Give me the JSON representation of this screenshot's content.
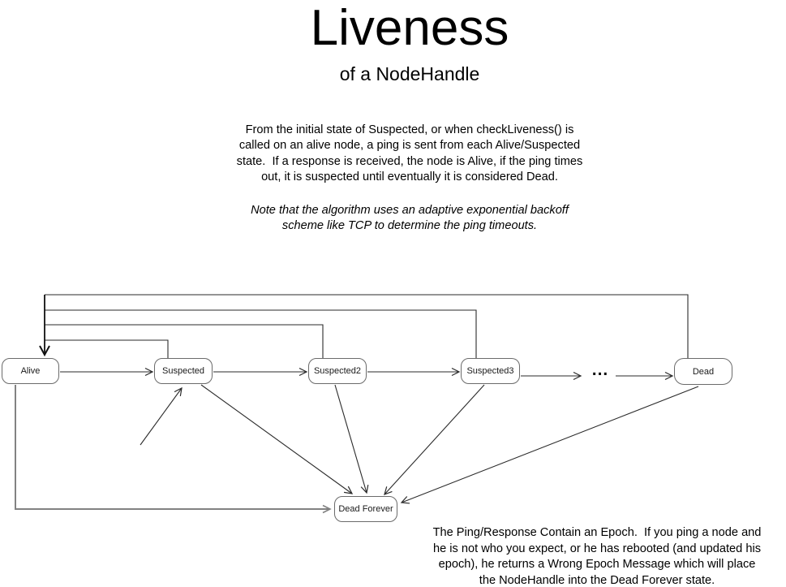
{
  "title": "Liveness",
  "subtitle": "of a NodeHandle",
  "intro": {
    "lines": [
      "From the initial state of Suspected, or when checkLiveness() is",
      "called on an alive node, a ping is sent from each Alive/Suspected",
      "state.  If a response is received, the node is Alive, if the ping times",
      "out, it is suspected until eventually it is considered Dead."
    ]
  },
  "note": {
    "lines": [
      "Note that the algorithm uses an adaptive exponential backoff",
      "scheme like TCP to determine the ping timeouts."
    ]
  },
  "epoch_note": {
    "lines": [
      "The Ping/Response Contain an Epoch.  If you ping a node and",
      "he is not who you expect, or he has rebooted (and updated his",
      "epoch), he returns a Wrong Epoch Message which will place",
      "the NodeHandle into the Dead Forever state."
    ]
  },
  "diagram": {
    "states": [
      {
        "id": "alive",
        "label": "Alive"
      },
      {
        "id": "suspected",
        "label": "Suspected"
      },
      {
        "id": "suspected2",
        "label": "Suspected2"
      },
      {
        "id": "suspected3",
        "label": "Suspected3"
      },
      {
        "id": "dead",
        "label": "Dead"
      },
      {
        "id": "dead-forever",
        "label": "Dead Forever"
      }
    ],
    "ellipsis": "...",
    "transitions": [
      {
        "from": "initial",
        "to": "Suspected"
      },
      {
        "from": "Alive",
        "to": "Suspected"
      },
      {
        "from": "Suspected",
        "to": "Suspected2"
      },
      {
        "from": "Suspected2",
        "to": "Suspected3"
      },
      {
        "from": "Suspected3",
        "to": "..."
      },
      {
        "from": "...",
        "to": "Dead"
      },
      {
        "from": "Suspected",
        "to": "Alive"
      },
      {
        "from": "Suspected2",
        "to": "Alive"
      },
      {
        "from": "Suspected3",
        "to": "Alive"
      },
      {
        "from": "Dead",
        "to": "Alive"
      },
      {
        "from": "Alive",
        "to": "Dead Forever"
      },
      {
        "from": "Suspected",
        "to": "Dead Forever"
      },
      {
        "from": "Suspected2",
        "to": "Dead Forever"
      },
      {
        "from": "Suspected3",
        "to": "Dead Forever"
      },
      {
        "from": "Dead",
        "to": "Dead Forever"
      }
    ],
    "colors": {
      "edge": "#2a2a2a",
      "box_border": "#6b6b6b",
      "gray_edge": "#828282",
      "text": "#000000"
    }
  }
}
